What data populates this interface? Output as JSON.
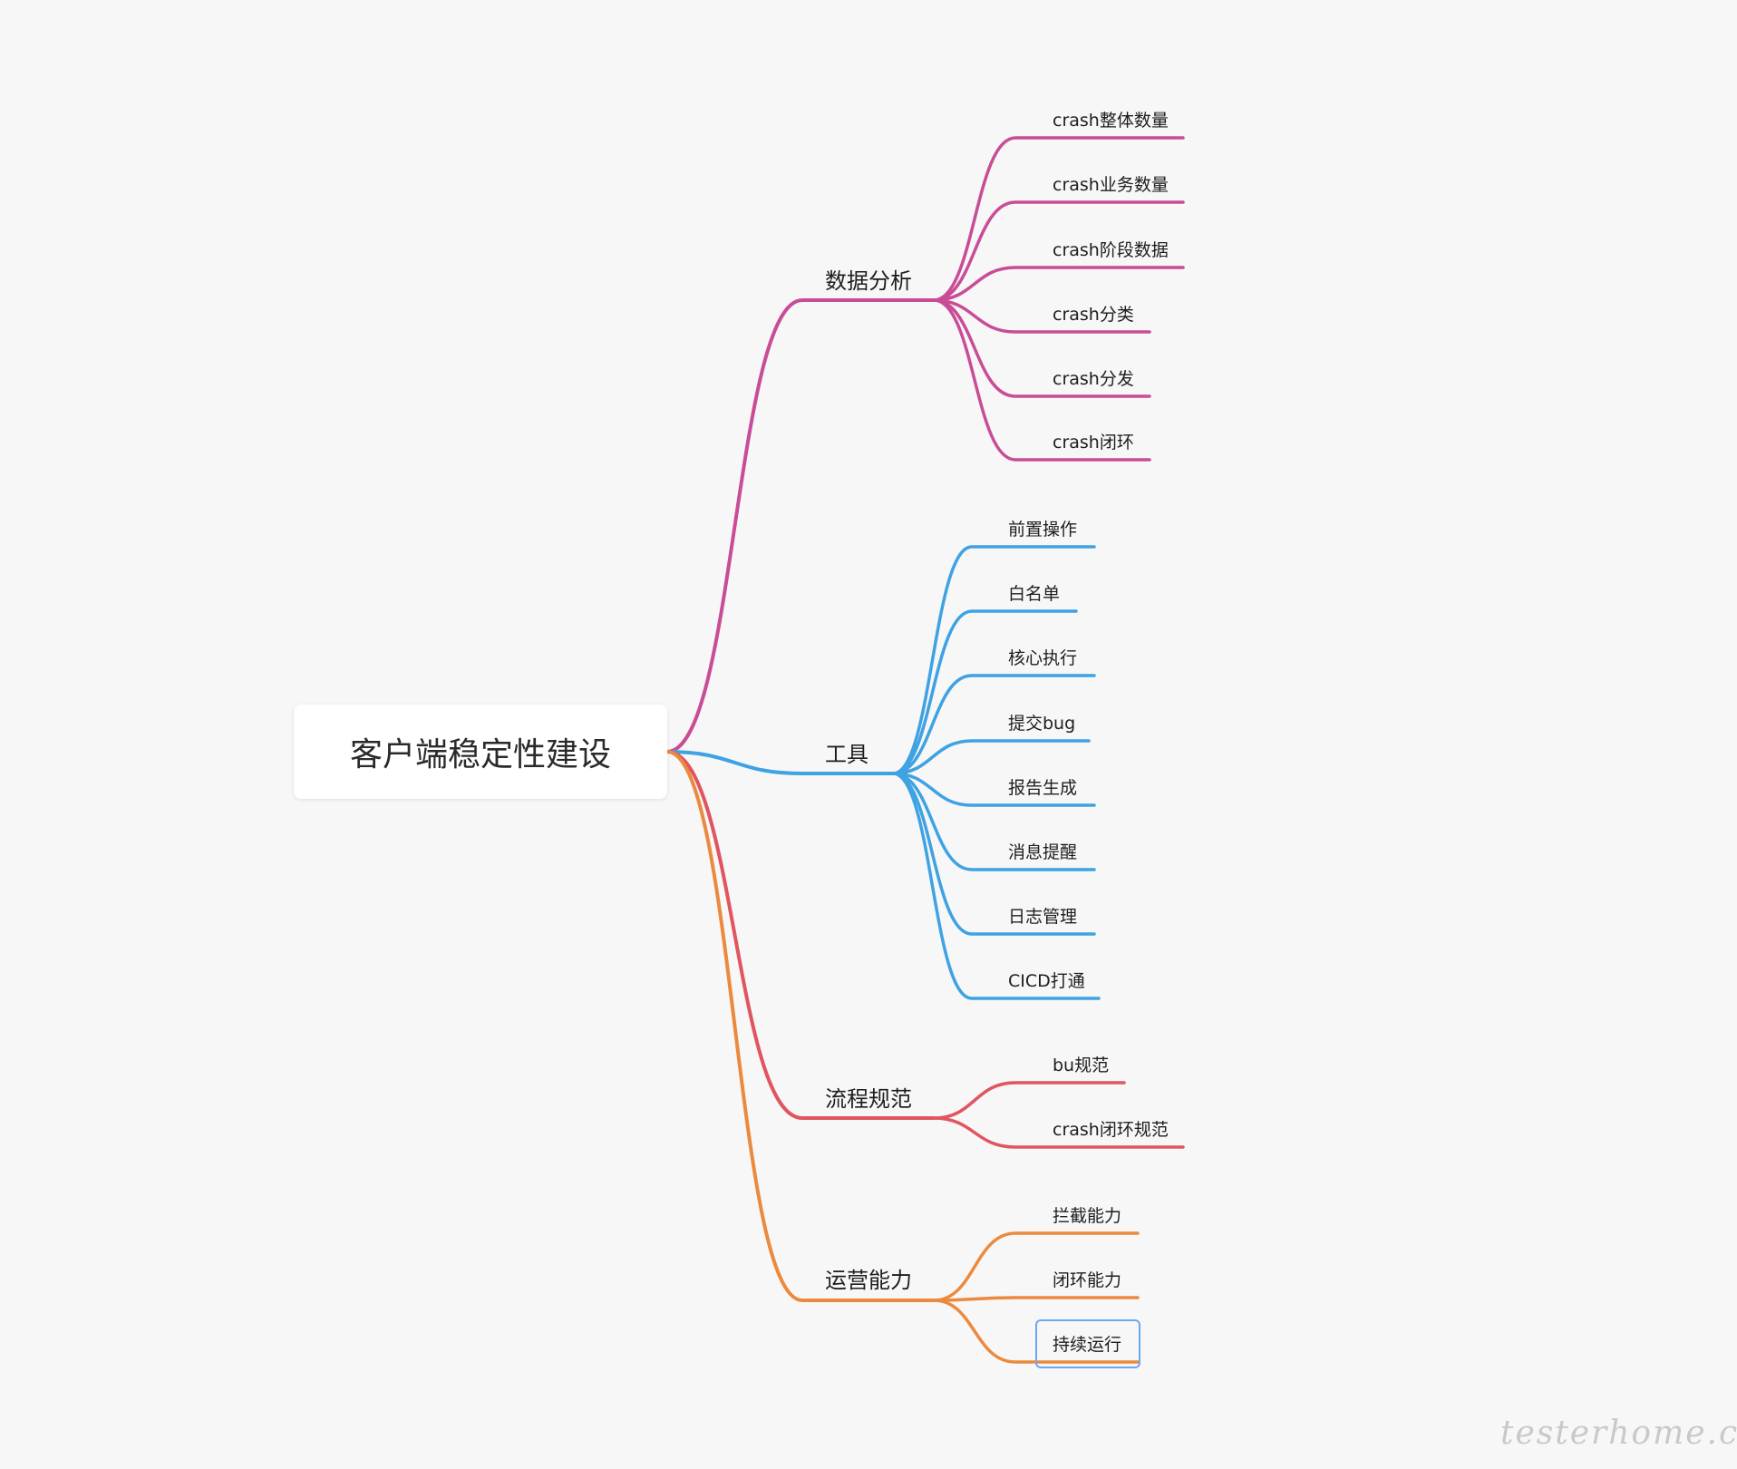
{
  "root": {
    "label": "客户端稳定性建设"
  },
  "branches": [
    {
      "label": "数据分析",
      "color": "#c94c97",
      "children": [
        "crash整体数量",
        "crash业务数量",
        "crash阶段数据",
        "crash分类",
        "crash分发",
        "crash闭环"
      ]
    },
    {
      "label": "工具",
      "color": "#3ea2e3",
      "children": [
        "前置操作",
        "白名单",
        "核心执行",
        "提交bug",
        "报告生成",
        "消息提醒",
        "日志管理",
        "CICD打通"
      ]
    },
    {
      "label": "流程规范",
      "color": "#e05560",
      "children": [
        "bu规范",
        "crash闭环规范"
      ]
    },
    {
      "label": "运营能力",
      "color": "#eb8a3e",
      "children": [
        "拦截能力",
        "闭环能力",
        "持续运行"
      ],
      "selected_child": "持续运行"
    }
  ],
  "watermark": "testerhome.com"
}
